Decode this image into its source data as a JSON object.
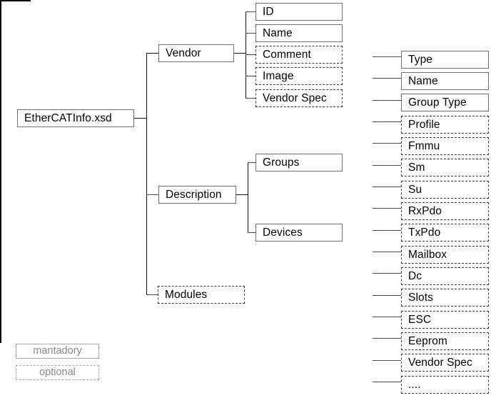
{
  "diagram": {
    "title_node": "EtherCATInfo.xsd",
    "root": {
      "label": "EtherCATInfo.xsd",
      "type": "mandatory"
    },
    "level1": [
      {
        "label": "Vendor",
        "type": "mandatory"
      },
      {
        "label": "Description",
        "type": "mandatory"
      },
      {
        "label": "Modules",
        "type": "optional"
      }
    ],
    "vendor_children": [
      {
        "label": "ID",
        "type": "mandatory"
      },
      {
        "label": "Name",
        "type": "mandatory"
      },
      {
        "label": "Comment",
        "type": "optional"
      },
      {
        "label": "Image",
        "type": "optional"
      },
      {
        "label": "Vendor Spec",
        "type": "optional"
      }
    ],
    "description_children": [
      {
        "label": "Groups",
        "type": "mandatory"
      },
      {
        "label": "Devices",
        "type": "mandatory"
      }
    ],
    "devices_children": [
      {
        "label": "Type",
        "type": "mandatory"
      },
      {
        "label": "Name",
        "type": "mandatory"
      },
      {
        "label": "Group Type",
        "type": "mandatory"
      },
      {
        "label": "Profile",
        "type": "optional"
      },
      {
        "label": "Fmmu",
        "type": "optional"
      },
      {
        "label": "Sm",
        "type": "optional"
      },
      {
        "label": "Su",
        "type": "optional"
      },
      {
        "label": "RxPdo",
        "type": "optional"
      },
      {
        "label": "TxPdo",
        "type": "optional"
      },
      {
        "label": "Mailbox",
        "type": "optional"
      },
      {
        "label": "Dc",
        "type": "optional"
      },
      {
        "label": "Slots",
        "type": "optional"
      },
      {
        "label": "ESC",
        "type": "optional"
      },
      {
        "label": "Eeprom",
        "type": "optional"
      },
      {
        "label": "Vendor Spec",
        "type": "optional"
      },
      {
        "label": "....",
        "type": "optional"
      }
    ],
    "legend": [
      {
        "label": "mantadory",
        "type": "mandatory"
      },
      {
        "label": "optional",
        "type": "optional"
      }
    ],
    "colors": {
      "box_border_solid": "#6e6e6e",
      "box_border_dashed": "#3a3a3a",
      "connector": "#4a4a4a",
      "text": "#000000",
      "legend_text": "#8a8a8a"
    }
  }
}
